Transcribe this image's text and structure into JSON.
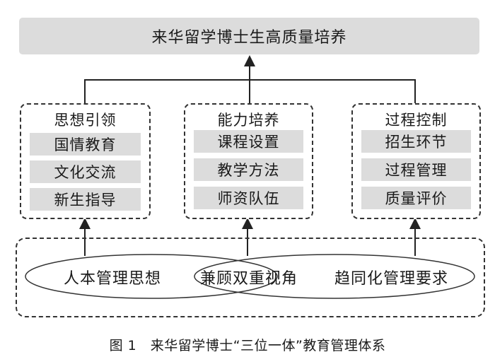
{
  "goal": {
    "label": "来华留学博士生高质量培养"
  },
  "pillars": [
    {
      "title": "思想引领",
      "items": [
        "国情教育",
        "文化交流",
        "新生指导"
      ]
    },
    {
      "title": "能力培养",
      "items": [
        "课程设置",
        "教学方法",
        "师资队伍"
      ]
    },
    {
      "title": "过程控制",
      "items": [
        "招生环节",
        "过程管理",
        "质量评价"
      ]
    }
  ],
  "foundation": {
    "left": "人本管理思想",
    "center": "兼顾双重视角",
    "right": "趋同化管理要求"
  },
  "caption": "图 1　来华留学博士“三位一体”教育管理体系"
}
